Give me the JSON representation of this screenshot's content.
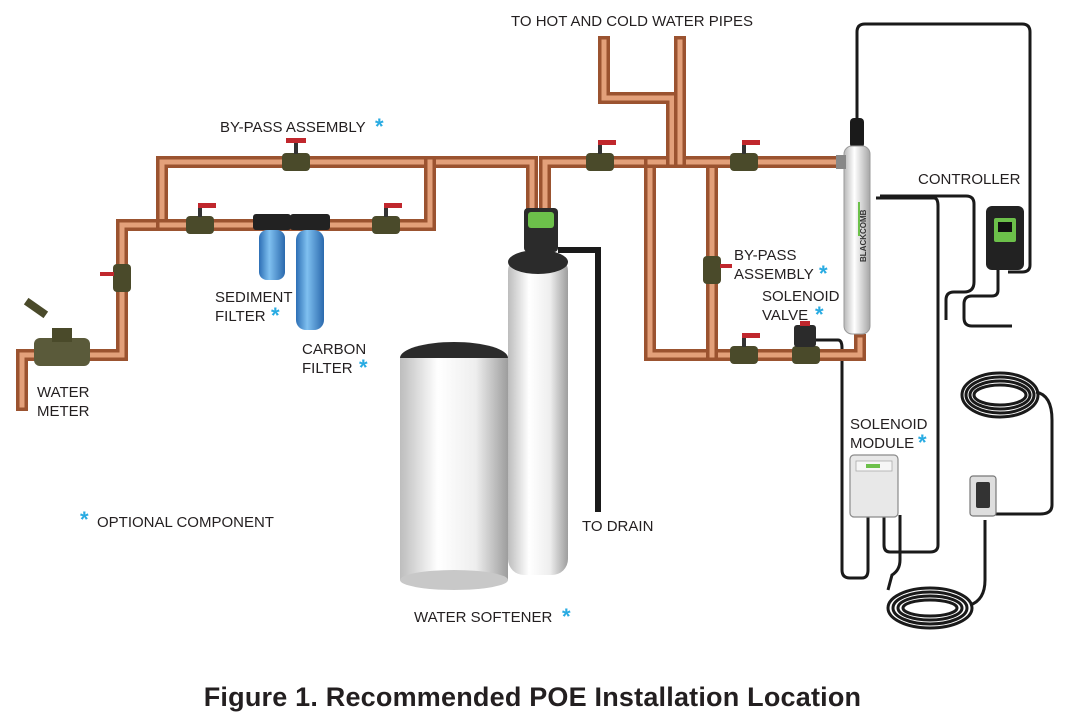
{
  "caption": "Figure 1. Recommended POE Installation Location",
  "labels": {
    "hot_cold_pipes": "TO HOT AND COLD WATER PIPES",
    "bypass_assembly_top": "BY-PASS ASSEMBLY",
    "controller": "CONTROLLER",
    "bypass_assembly_right_1": "BY-PASS",
    "bypass_assembly_right_2": "ASSEMBLY",
    "solenoid_valve_1": "SOLENOID",
    "solenoid_valve_2": "VALVE",
    "sediment_filter_1": "SEDIMENT",
    "sediment_filter_2": "FILTER",
    "carbon_filter_1": "CARBON",
    "carbon_filter_2": "FILTER",
    "water_meter_1": "WATER",
    "water_meter_2": "METER",
    "solenoid_module_1": "SOLENOID",
    "solenoid_module_2": "MODULE",
    "optional_component": "OPTIONAL COMPONENT",
    "to_drain": "TO DRAIN",
    "water_softener": "WATER SOFTENER",
    "uv_brand": "BLACKCOMB",
    "asterisk": "*"
  },
  "colors": {
    "copper": "#c8744a",
    "copper_light": "#e3a07a",
    "copper_dark": "#9b5330",
    "filter_blue": "#3d8fd6",
    "valve_red": "#c0272d",
    "cable": "#1a1a1a",
    "accent_green": "#6cc04a",
    "asterisk_blue": "#29abe2"
  }
}
